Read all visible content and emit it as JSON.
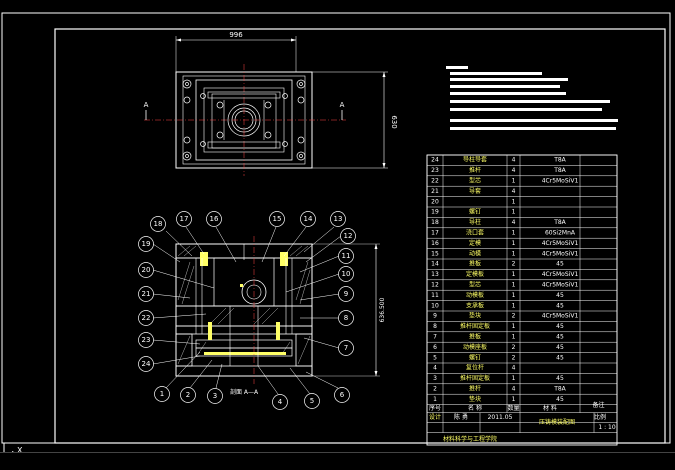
{
  "app": {
    "command_line": "",
    "ucs_label": "X"
  },
  "drawing": {
    "top_dim": "996",
    "side_dim": "630",
    "height_dim": "636.500",
    "section_mark_left": "A",
    "section_mark_right": "A",
    "section_title": "剖面 A—A",
    "balloons": [
      "1",
      "2",
      "3",
      "4",
      "5",
      "6",
      "7",
      "8",
      "9",
      "10",
      "11",
      "12",
      "13",
      "14",
      "15",
      "16",
      "17",
      "18",
      "19",
      "20",
      "21",
      "22",
      "23",
      "24"
    ]
  },
  "parts_table": {
    "rows": [
      {
        "no": "24",
        "name": "导柱导套",
        "qty": "4",
        "material": "T8A"
      },
      {
        "no": "23",
        "name": "推杆",
        "qty": "4",
        "material": "T8A"
      },
      {
        "no": "22",
        "name": "型芯",
        "qty": "1",
        "material": "4Cr5MoSiV1"
      },
      {
        "no": "21",
        "name": "导套",
        "qty": "4",
        "material": ""
      },
      {
        "no": "20",
        "name": "",
        "qty": "1",
        "material": ""
      },
      {
        "no": "19",
        "name": "螺钉",
        "qty": "1",
        "material": ""
      },
      {
        "no": "18",
        "name": "导柱",
        "qty": "4",
        "material": "T8A"
      },
      {
        "no": "17",
        "name": "浇口套",
        "qty": "1",
        "material": "60Si2MnA"
      },
      {
        "no": "16",
        "name": "定模",
        "qty": "1",
        "material": "4Cr5MoSiV1"
      },
      {
        "no": "15",
        "name": "动模",
        "qty": "1",
        "material": "4Cr5MoSiV1"
      },
      {
        "no": "14",
        "name": "推板",
        "qty": "2",
        "material": "45"
      },
      {
        "no": "13",
        "name": "定模板",
        "qty": "1",
        "material": "4Cr5MoSiV1"
      },
      {
        "no": "12",
        "name": "型芯",
        "qty": "1",
        "material": "4Cr5MoSiV1"
      },
      {
        "no": "11",
        "name": "动模板",
        "qty": "1",
        "material": "45"
      },
      {
        "no": "10",
        "name": "支承板",
        "qty": "1",
        "material": "45"
      },
      {
        "no": "9",
        "name": "垫块",
        "qty": "2",
        "material": "4Cr5MoSiV1"
      },
      {
        "no": "8",
        "name": "推杆固定板",
        "qty": "1",
        "material": "45"
      },
      {
        "no": "7",
        "name": "推板",
        "qty": "1",
        "material": "45"
      },
      {
        "no": "6",
        "name": "动模座板",
        "qty": "2",
        "material": "45"
      },
      {
        "no": "5",
        "name": "螺钉",
        "qty": "2",
        "material": "45"
      },
      {
        "no": "4",
        "name": "复位杆",
        "qty": "4",
        "material": ""
      },
      {
        "no": "3",
        "name": "推杆固定板",
        "qty": "1",
        "material": "45"
      },
      {
        "no": "2",
        "name": "推杆",
        "qty": "4",
        "material": "T8A"
      },
      {
        "no": "1",
        "name": "垫块",
        "qty": "1",
        "material": "45"
      }
    ],
    "header": {
      "no": "序号",
      "name": "名  称",
      "qty": "数量",
      "material": "材  料",
      "note": "备注"
    },
    "title_block": {
      "designer_label": "设计",
      "designer_name": "陈  勇",
      "date": "2011.05",
      "title": "压铸模装配图",
      "scale_label": "比例",
      "scale": "1 : 10",
      "school": "材料科学与工程学院"
    }
  },
  "notes": {
    "lines": [
      "",
      "",
      "",
      "",
      "",
      "",
      "",
      ""
    ]
  }
}
